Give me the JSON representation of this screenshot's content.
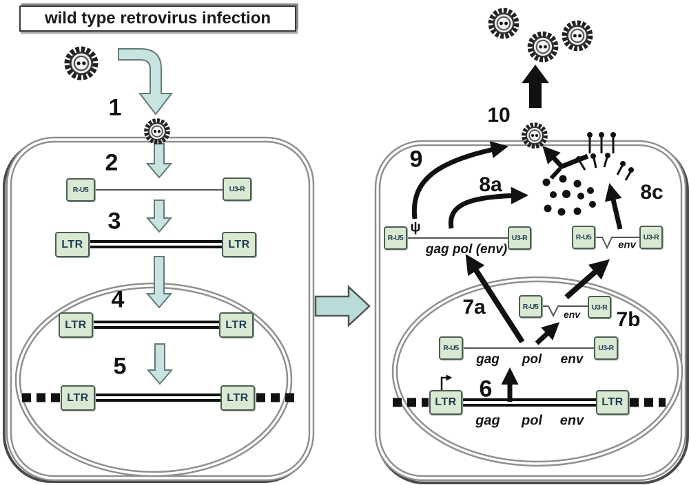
{
  "title": "wild type retrovirus infection",
  "steps": {
    "s1": "1",
    "s2": "2",
    "s3": "3",
    "s4": "4",
    "s5": "5",
    "s6": "6",
    "s7a": "7a",
    "s7b": "7b",
    "s8a": "8a",
    "s8c": "8c",
    "s9": "9",
    "s10": "10"
  },
  "segments": {
    "r_u5": "R-U5",
    "u3_r": "U3-R",
    "ltr": "LTR"
  },
  "genes": {
    "gag": "gag",
    "pol": "pol",
    "env": "env",
    "gag_pol_env": "gag  pol (env)",
    "psi": "ψ"
  },
  "colors": {
    "segment_box_fill": "#d9e9d2",
    "segment_box_border": "#4c5e52",
    "segment_text": "#1e3c52",
    "teal_arrow_fill": "#c7e4e0",
    "transfer_arrow_fill": "#b9dcd8",
    "membrane": "#8f8f8f",
    "black_arrow": "#111111"
  }
}
